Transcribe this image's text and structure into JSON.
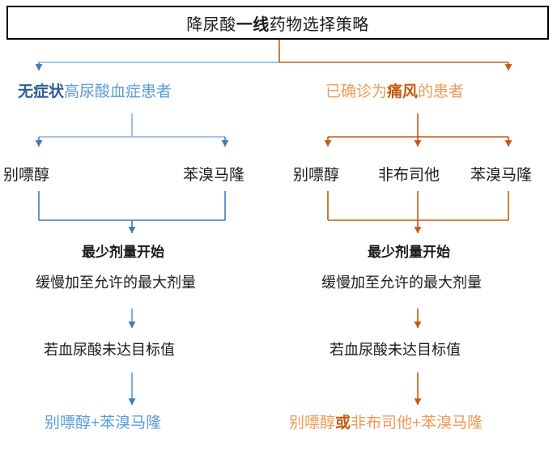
{
  "title": {
    "prefix": "降尿酸",
    "emphasis": "一线",
    "suffix": "药物选择策略",
    "full": "降尿酸一线药物选择策略"
  },
  "colors": {
    "blue_accent": "#5B9BD5",
    "blue_dark": "#2E5C9A",
    "blue_arrow": "#3E7CB9",
    "orange_accent": "#ED9B58",
    "orange_dark": "#C55A11",
    "orange_arrow": "#C55A11",
    "border": "#000000",
    "text": "#1a1a1a"
  },
  "branches": {
    "left": {
      "head_prefix": "",
      "head_emphasis": "无症状",
      "head_suffix": "高尿酸血症患者",
      "head_full": "无症状高尿酸血症患者",
      "drugs": [
        "别嘌醇",
        "苯溴马隆"
      ],
      "stage_bold": "最少剂量开始",
      "stage_plain": "缓慢加至允许的最大剂量",
      "condition": "若血尿酸未达目标值",
      "result_prefix": "别嘌醇+苯溴马隆",
      "result_emphasis": "",
      "result_suffix": "",
      "result_full": "别嘌醇+苯溴马隆"
    },
    "right": {
      "head_prefix": "已确诊为",
      "head_emphasis": "痛风",
      "head_suffix": "的患者",
      "head_full": "已确诊为痛风的患者",
      "drugs": [
        "别嘌醇",
        "非布司他",
        "苯溴马隆"
      ],
      "stage_bold": "最少剂量开始",
      "stage_plain": "缓慢加至允许的最大剂量",
      "condition": "若血尿酸未达目标值",
      "result_prefix": "别嘌醇",
      "result_emphasis": "或",
      "result_suffix": "非布司他+苯溴马隆",
      "result_full": "别嘌醇或非布司他+苯溴马隆"
    }
  }
}
